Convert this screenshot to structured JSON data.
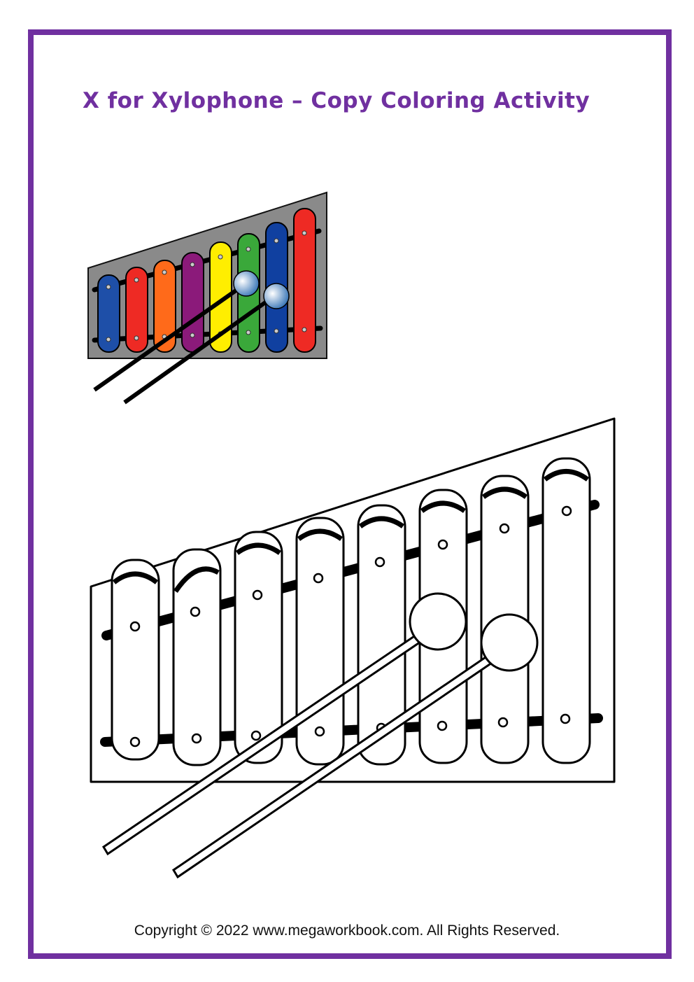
{
  "page": {
    "title": "X for Xylophone – Copy Coloring Activity",
    "footer": "Copyright © 2022 www.megaworkbook.com. All Rights Reserved.",
    "border_color": "#7030a0",
    "title_color": "#7030a0"
  },
  "colored_xylophone": {
    "frame_color": "#808080",
    "bar_colors": [
      "#1e4fa8",
      "#ee2a24",
      "#ff6a1a",
      "#8b1a7a",
      "#ffee00",
      "#3aa83a",
      "#1040a0",
      "#ee2a24"
    ],
    "mallet_color": "#6aa8e0"
  },
  "outline_xylophone": {
    "bar_count": 8,
    "mallet_count": 2
  }
}
